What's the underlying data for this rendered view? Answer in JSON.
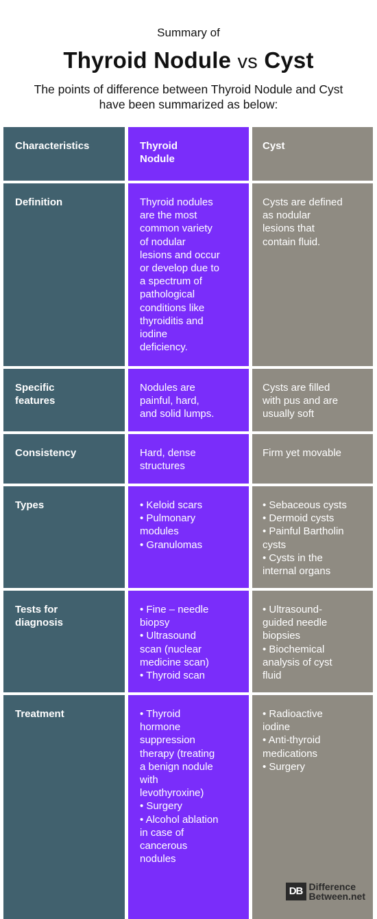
{
  "header": {
    "kicker": "Summary of",
    "title_a": "Thyroid Nodule",
    "title_vs": "vs",
    "title_b": "Cyst",
    "subtitle": "The points of difference between Thyroid Nodule and Cyst have been summarized as below:"
  },
  "columns": {
    "c1": "Characteristics",
    "c2_line1": "Thyroid",
    "c2_line2": "Nodule",
    "c3": "Cyst"
  },
  "rows": [
    {
      "label": [
        "Definition"
      ],
      "nodule": [
        "Thyroid nodules",
        "are the most",
        "common variety",
        "of nodular",
        "lesions and occur",
        "or develop due to",
        "a spectrum of",
        "pathological",
        "conditions like",
        "thyroiditis and",
        "iodine",
        "deficiency."
      ],
      "cyst": [
        "Cysts are defined",
        "as nodular",
        "lesions that",
        "contain fluid."
      ]
    },
    {
      "label": [
        "Specific",
        "features"
      ],
      "nodule": [
        "Nodules are",
        "painful, hard,",
        "and solid lumps."
      ],
      "cyst": [
        "Cysts are filled",
        "with pus and are",
        "usually soft"
      ]
    },
    {
      "label": [
        "Consistency"
      ],
      "nodule": [
        "Hard, dense",
        "structures"
      ],
      "cyst": [
        "Firm yet movable"
      ]
    },
    {
      "label": [
        "Types"
      ],
      "nodule": [
        "• Keloid scars",
        "• Pulmonary",
        "modules",
        "• Granulomas"
      ],
      "cyst": [
        "• Sebaceous cysts",
        "• Dermoid cysts",
        "• Painful Bartholin",
        "cysts",
        "• Cysts in the",
        "internal organs"
      ]
    },
    {
      "label": [
        "Tests for",
        "diagnosis"
      ],
      "nodule": [
        "• Fine – needle",
        "biopsy",
        "• Ultrasound",
        "scan (nuclear",
        "medicine scan)",
        "• Thyroid scan"
      ],
      "cyst": [
        "• Ultrasound-",
        "guided needle",
        "biopsies",
        "• Biochemical",
        "analysis of cyst",
        "fluid"
      ]
    },
    {
      "label": [
        "Treatment"
      ],
      "nodule": [
        "• Thyroid",
        "hormone",
        "suppression",
        "therapy (treating",
        "a benign nodule",
        "with",
        "levothyroxine)",
        "• Surgery",
        "• Alcohol ablation",
        "in case of",
        "cancerous",
        "nodules"
      ],
      "cyst": [
        "• Radioactive",
        "iodine",
        "• Anti-thyroid",
        "medications",
        "• Surgery"
      ]
    }
  ],
  "logo": {
    "mark": "DB",
    "line1": "Difference",
    "line2": "Between.net"
  },
  "colors": {
    "characteristics_column": "#41616e",
    "nodule_column": "#7a2dfa",
    "cyst_column": "#8f8b82"
  }
}
